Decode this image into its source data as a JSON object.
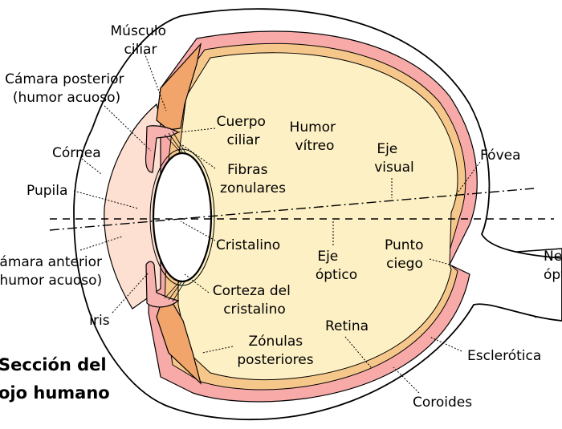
{
  "diagram": {
    "title_lines": [
      "Sección del",
      "ojo humano"
    ],
    "colors": {
      "sclera": "#ffffff",
      "choroid": "#f7aaa8",
      "retina": "#f6c78a",
      "vitreous": "#fdf0c4",
      "anterior_chamber": "#fde0d2",
      "ciliary_muscle": "#f1a56a",
      "lens": "#ffffff",
      "iris": "#f7b2b0",
      "outline": "#000000"
    },
    "labels": {
      "musculo_ciliar": [
        "Músculo",
        "ciliar"
      ],
      "camara_posterior": [
        "Cámara posterior",
        "(humor acuoso)"
      ],
      "cornea": "Córnea",
      "pupila": "Pupila",
      "camara_anterior": [
        "Cámara anterior",
        "(humor acuoso)"
      ],
      "iris": "Iris",
      "cuerpo_ciliar": [
        "Cuerpo",
        "ciliar"
      ],
      "fibras_zonulares": [
        "Fibras",
        "zonulares"
      ],
      "humor_vitreo": [
        "Humor",
        "vítreo"
      ],
      "eje_visual": [
        "Eje",
        "visual"
      ],
      "fovea": "Fóvea",
      "cristalino": "Cristalino",
      "eje_optico": [
        "Eje",
        "óptico"
      ],
      "punto_ciego": [
        "Punto",
        "ciego"
      ],
      "nervio_optico": [
        "Nervio",
        "óptico"
      ],
      "corteza_cristalino": [
        "Corteza del",
        "cristalino"
      ],
      "zonulas_posteriores": [
        "Zónulas",
        "posteriores"
      ],
      "retina": "Retina",
      "esclerotica": "Esclerótica",
      "coroides": "Coroides"
    }
  }
}
